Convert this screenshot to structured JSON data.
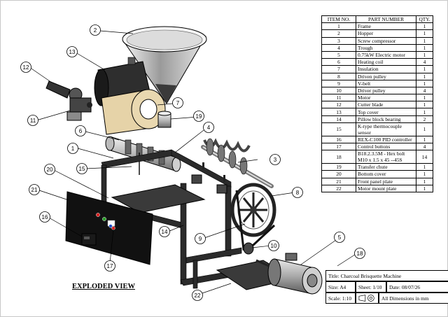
{
  "bom": {
    "headers": [
      "ITEM NO.",
      "PART NUMBER",
      "QTY."
    ],
    "rows": [
      {
        "item": "1",
        "part": "Frame",
        "qty": "1"
      },
      {
        "item": "2",
        "part": "Hopper",
        "qty": "1"
      },
      {
        "item": "3",
        "part": "Screw compressor",
        "qty": "1"
      },
      {
        "item": "4",
        "part": "Trough",
        "qty": "1"
      },
      {
        "item": "5",
        "part": "0.75kW Electric motor",
        "qty": "1"
      },
      {
        "item": "6",
        "part": "Heating coil",
        "qty": "4"
      },
      {
        "item": "7",
        "part": "Insulation",
        "qty": "1"
      },
      {
        "item": "8",
        "part": "Driven pulley",
        "qty": "1"
      },
      {
        "item": "9",
        "part": "V-belt",
        "qty": "1"
      },
      {
        "item": "10",
        "part": "Driver pulley",
        "qty": "4"
      },
      {
        "item": "11",
        "part": "Motor",
        "qty": "1"
      },
      {
        "item": "12",
        "part": "Cutter blade",
        "qty": "1"
      },
      {
        "item": "13",
        "part": "Top cover",
        "qty": "1"
      },
      {
        "item": "14",
        "part": "Pillow block bearing",
        "qty": "2"
      },
      {
        "item": "15",
        "part": "K-type thermocouple sensor",
        "qty": "1"
      },
      {
        "item": "16",
        "part": "REX-C100 PID controller",
        "qty": "1"
      },
      {
        "item": "17",
        "part": "Control buttons",
        "qty": "4"
      },
      {
        "item": "18",
        "part": "B18.2.3.5M - Hex bolt M10 x 1.5 x 45 --45S",
        "qty": "14"
      },
      {
        "item": "19",
        "part": "Transfer chute",
        "qty": "1"
      },
      {
        "item": "20",
        "part": "Bottom cover",
        "qty": "1"
      },
      {
        "item": "21",
        "part": "Front panel plate",
        "qty": "1"
      },
      {
        "item": "22",
        "part": "Motor mount plate",
        "qty": "1"
      }
    ]
  },
  "title_block": {
    "title": "Title: Charcoal Brisquette Machine",
    "size": "Size: A4",
    "sheet": "Sheet: 1/10",
    "date": "Date: 08/07/26",
    "scale": "Scale: 1:10",
    "dimensions_note": "All Dimensions in mm"
  },
  "view_label": "EXPLODED VIEW",
  "balloons": [
    "1",
    "2",
    "3",
    "4",
    "5",
    "6",
    "7",
    "8",
    "9",
    "10",
    "11",
    "12",
    "13",
    "14",
    "15",
    "16",
    "17",
    "18",
    "19",
    "20",
    "21",
    "22"
  ],
  "colors": {
    "line": "#000000",
    "steel_dark": "#2b2b2b",
    "steel_mid": "#8a8a8a",
    "steel_light": "#d9d9d9",
    "insulation": "#e6d3a8",
    "button_red": "#d62020",
    "button_green": "#2aa02a",
    "button_blue": "#2050c8"
  }
}
